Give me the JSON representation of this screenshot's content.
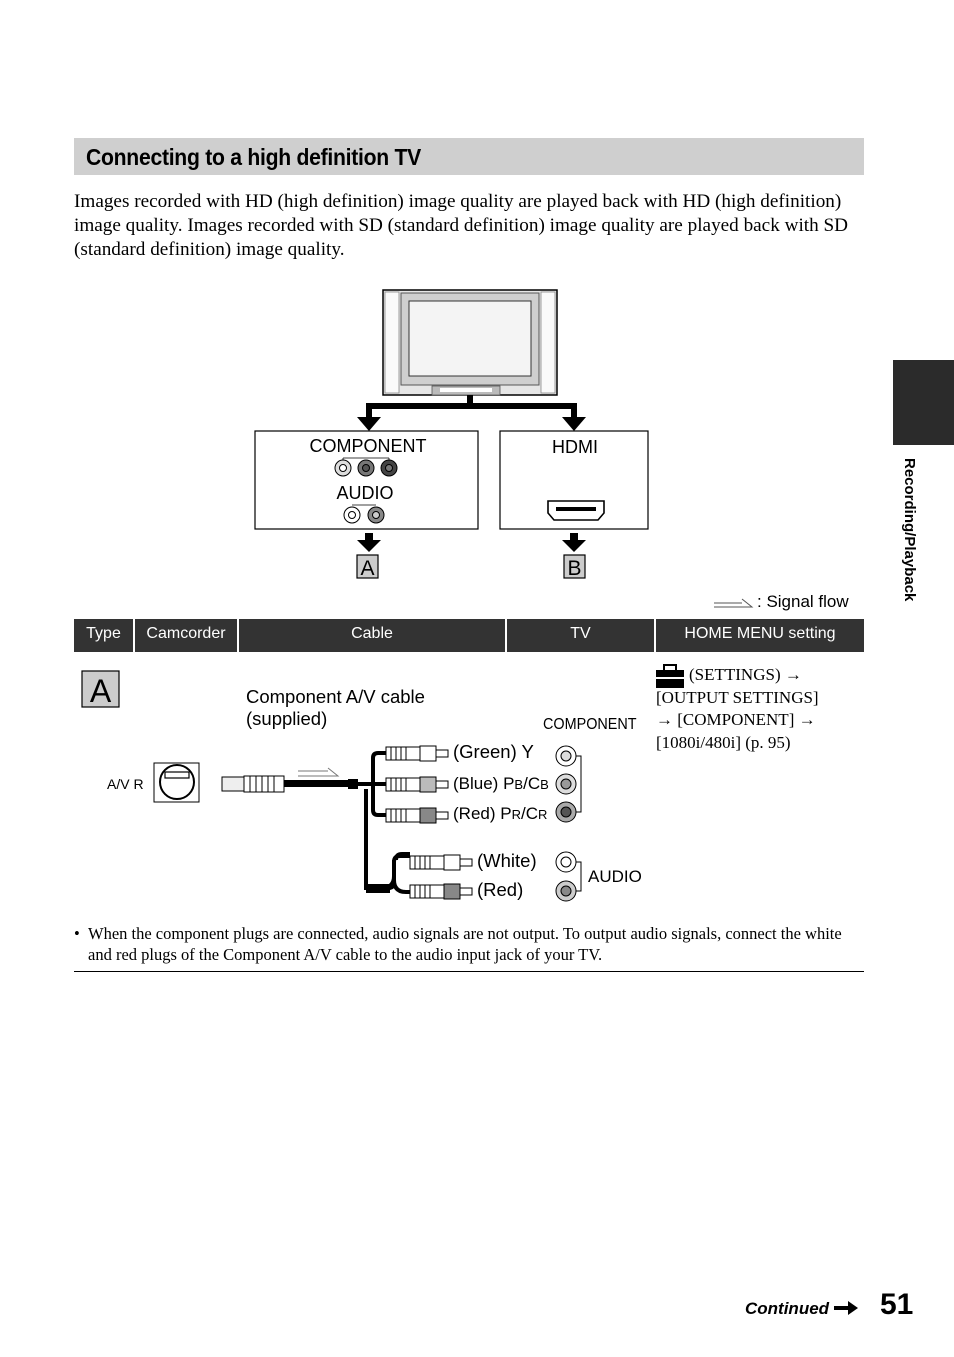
{
  "section": {
    "title": "Connecting to a high definition TV"
  },
  "intro": "Images recorded with HD (high definition) image quality are played back with HD (high definition) image quality. Images recorded with SD (standard definition) image quality are played back with SD (standard definition) image quality.",
  "side_tab": {
    "label": "Recording/Playback"
  },
  "diagram": {
    "component_label": "COMPONENT",
    "audio_label": "AUDIO",
    "hdmi_label": "HDMI",
    "marker_a": "A",
    "marker_b": "B",
    "signal_flow": ": Signal flow"
  },
  "table": {
    "headers": [
      "Type",
      "Camcorder",
      "Cable",
      "TV",
      "HOME MENU setting"
    ],
    "row_a": {
      "type": "A",
      "camcorder_jack": "A/V R",
      "cable_name": "Component A/V cable",
      "cable_note": "(supplied)",
      "plug_green": "(Green) Y",
      "plug_blue_prefix": "(Blue) P",
      "plug_blue_sub1": "B",
      "plug_blue_mid": "/C",
      "plug_blue_sub2": "B",
      "plug_red_prefix": "(Red) P",
      "plug_red_sub1": "R",
      "plug_red_mid": "/C",
      "plug_red_sub2": "R",
      "plug_white": "(White)",
      "plug_red_audio": "(Red)",
      "tv_component": "COMPONENT",
      "tv_audio": "AUDIO",
      "setting_1": "(SETTINGS) →",
      "setting_2": "[OUTPUT SETTINGS]",
      "setting_3": "→ [COMPONENT] →",
      "setting_4": "[1080i/480i] (p. 95)"
    }
  },
  "note": "When the component plugs are connected, audio signals are not output. To output audio signals, connect the white and red plugs of the Component A/V cable to the audio input jack of your TV.",
  "footer": {
    "continued": "Continued",
    "page": "51"
  }
}
